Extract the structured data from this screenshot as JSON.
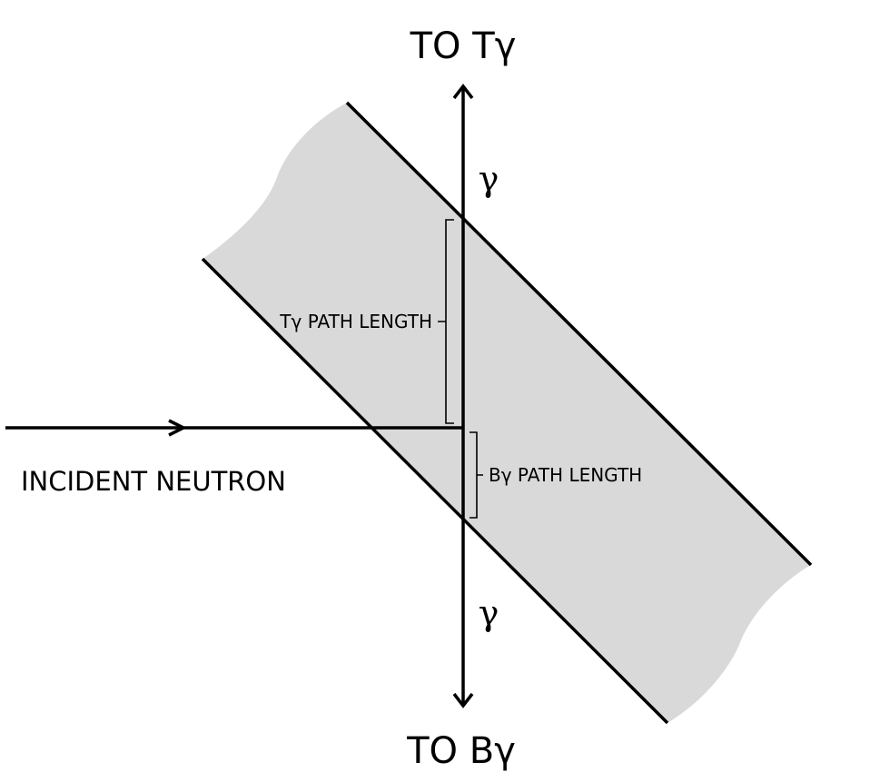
{
  "labels": {
    "top": "TO Tγ",
    "bottom": "TO Bγ",
    "gamma_top": "γ",
    "gamma_bottom": "γ",
    "t_path": "Tγ PATH LENGTH",
    "b_path": "Bγ PATH LENGTH",
    "incident": "INCIDENT NEUTRON"
  },
  "colors": {
    "slab_fill": "#d9d9d9",
    "stroke": "#000000"
  }
}
